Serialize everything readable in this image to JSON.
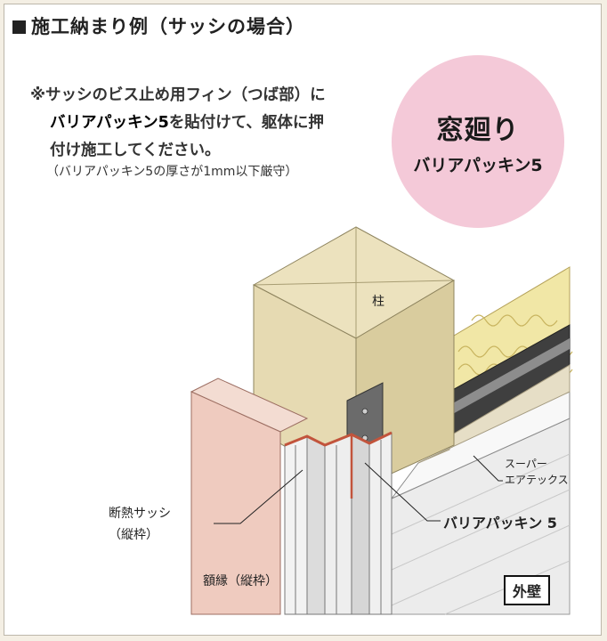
{
  "title": "施工納まり例（サッシの場合）",
  "note": {
    "line1": "※サッシのビス止め用フィン（つば部）に",
    "line2_bold": "バリアパッキン5",
    "line2_rest": "を貼付けて、躯体に押",
    "line3": "付け施工してください。",
    "small": "（バリアパッキン5の厚さが1mm以下厳守）"
  },
  "badge": {
    "title": "窓廻り",
    "subtitle": "バリアパッキン5"
  },
  "labels": {
    "pillar": "柱",
    "superair_1": "スーパー",
    "superair_2": "エアテックス",
    "barrier": "バリアパッキン 5",
    "sash_1": "断熱サッシ",
    "sash_2": "（縦枠）",
    "casing": "額縁（縦枠）",
    "outer_wall": "外壁"
  },
  "colors": {
    "pillar": "#ece2be",
    "casing": "#efcbbf",
    "insulation": "#f1e7a6",
    "badge": "#f4c9d8",
    "wall": "#ececec",
    "fin": "#6b6b6b"
  }
}
